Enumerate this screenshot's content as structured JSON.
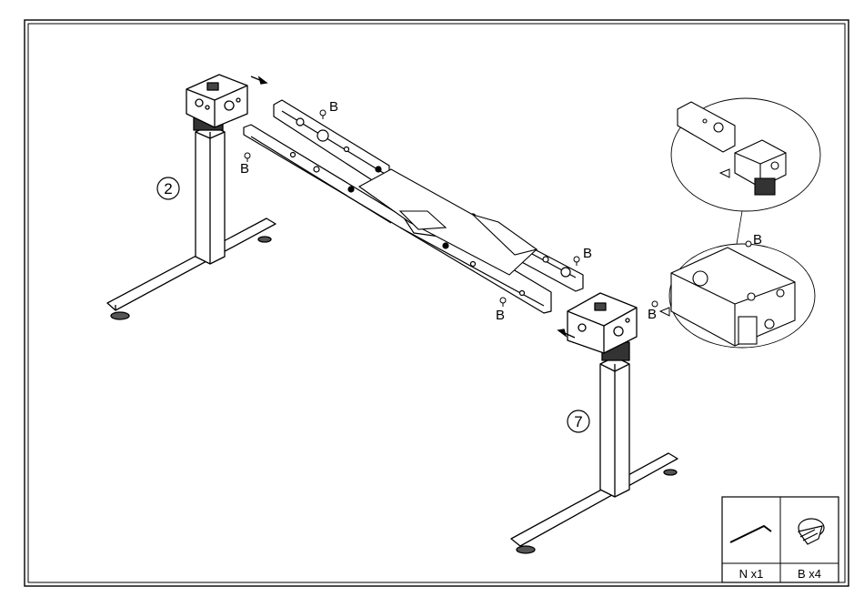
{
  "step_markers": {
    "left_leg": "2",
    "right_leg": "7"
  },
  "screw_label": "B",
  "parts_box": {
    "allen_key_caption": "N x1",
    "screw_caption": "B x4",
    "allen_key_icon": "allen-key-icon",
    "screw_icon": "screw-icon"
  }
}
